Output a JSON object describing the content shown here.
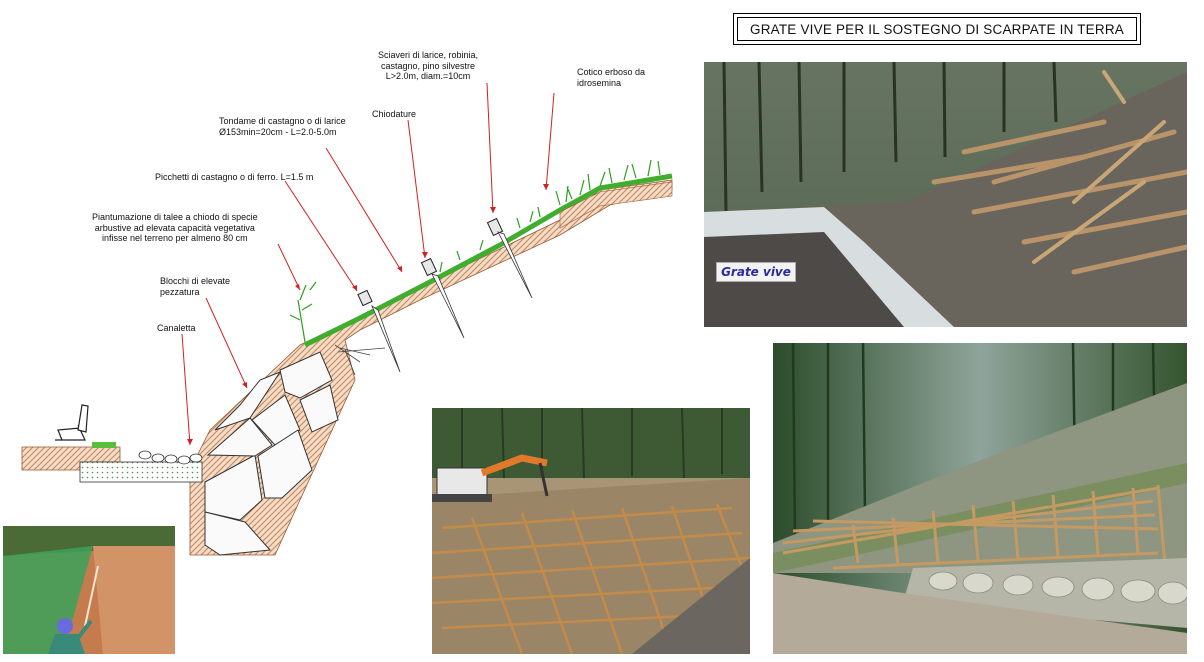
{
  "title": "GRATE VIVE PER IL SOSTEGNO DI SCARPATE IN TERRA",
  "labels": {
    "sciaveri": [
      "Sciaveri di larice, robinia,",
      "castagno, pino silvestre",
      "L>2.0m, diam.=10cm"
    ],
    "cotico": [
      "Cotico erboso da",
      "idrosemina"
    ],
    "chiodature": [
      "Chiodature"
    ],
    "tondame": [
      "Tondame di castagno o di larice",
      "Ø153min=20cm - L=2.0-5.0m"
    ],
    "picchetti": [
      "Picchetti di castagno o di ferro. L=1.5 m"
    ],
    "piantumazione": [
      "Piantumazione di talee a chiodo di specie",
      "arbustive ad elevata capacità vegetativa",
      "infisse nel terreno per almeno 80 cm"
    ],
    "blocchi": [
      "Blocchi di elevate",
      "pezzatura"
    ],
    "canaletta": [
      "Canaletta"
    ]
  },
  "photo_tag": "Grate vive",
  "colors": {
    "soil": "#c9875a",
    "grass": "#3fae2e",
    "leader": "#d42020",
    "forest": "#2f4a2c"
  }
}
